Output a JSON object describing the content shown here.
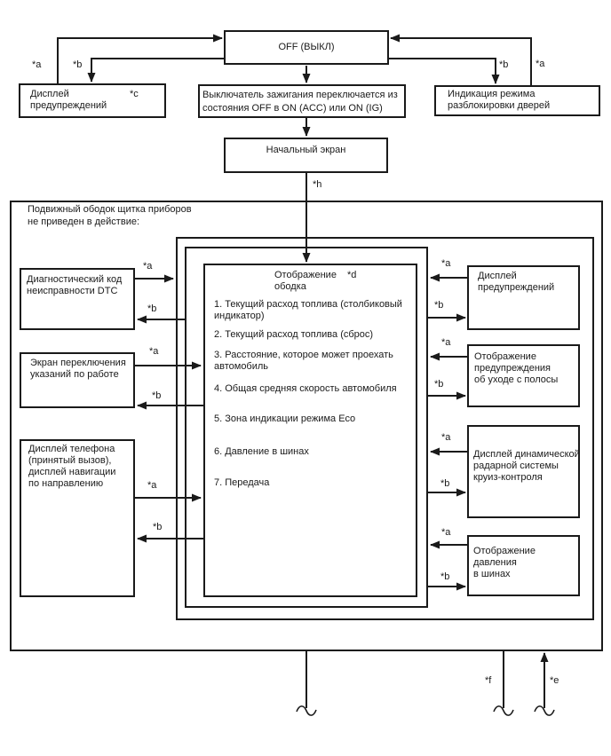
{
  "labels": {
    "a": "*a",
    "b": "*b",
    "c": "*c",
    "d": "*d",
    "e": "*e",
    "f": "*f",
    "h": "*h"
  },
  "top": {
    "off": "OFF (ВЫКЛ)",
    "warn_left": {
      "lines": [
        "Дисплей",
        "предупреждений"
      ]
    },
    "ignition": {
      "lines": [
        "Выключатель зажигания переключается из",
        "состояния OFF в ON (ACC) или ON (IG)"
      ]
    },
    "unlock": {
      "lines": [
        "Индикация режима",
        "разблокировки дверей"
      ]
    },
    "start": "Начальный экран"
  },
  "main": {
    "caption": {
      "lines": [
        "Подвижный ободок щитка приборов",
        "не приведен в действие:"
      ]
    },
    "center": {
      "title_line1": "Отображение",
      "title_line2": "ободка",
      "items": [
        "1. Текущий расход топлива (столбиковый индикатор)",
        "2. Текущий расход топлива (сброс)",
        "3. Расстояние, которое может проехать автомобиль",
        "4. Общая средняя скорость автомобиля",
        "5. Зона индикации режима Eco",
        "6. Давление в шинах",
        "7. Передача"
      ]
    },
    "left_boxes": [
      {
        "lines": [
          "Диагностический код",
          "неисправности DTC"
        ]
      },
      {
        "lines": [
          "Экран переключения",
          "указаний по работе"
        ]
      },
      {
        "lines": [
          "Дисплей телефона",
          "(принятый вызов),",
          "дисплей навигации",
          "по направлению"
        ]
      }
    ],
    "right_boxes": [
      {
        "lines": [
          "Дисплей",
          "предупреждений"
        ]
      },
      {
        "lines": [
          "Отображение",
          "предупреждения",
          "об уходе с полосы"
        ]
      },
      {
        "lines": [
          "Дисплей динамической",
          "радарной системы",
          "круиз-контроля"
        ]
      },
      {
        "lines": [
          "Отображение",
          "давления",
          "в шинах"
        ]
      }
    ]
  },
  "colors": {
    "line": "#1a1a1a",
    "background": "#ffffff"
  }
}
